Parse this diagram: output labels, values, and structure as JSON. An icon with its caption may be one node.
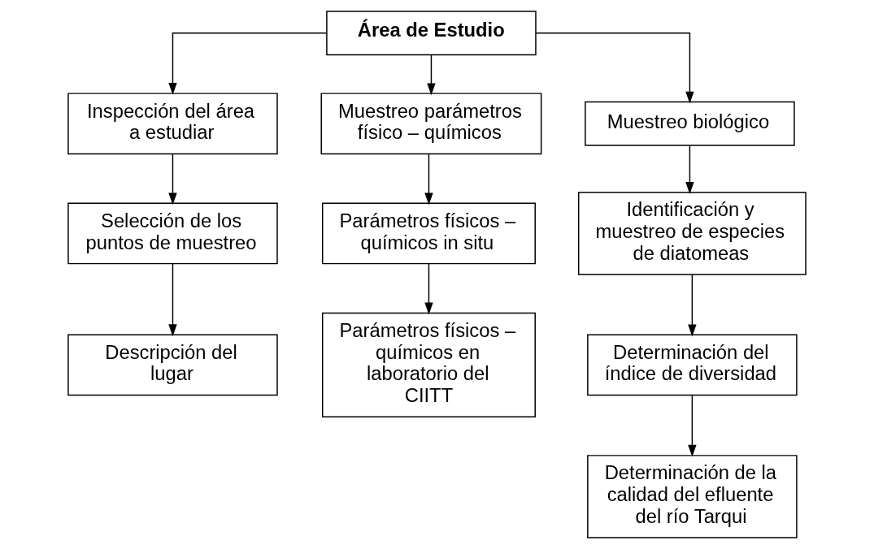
{
  "diagram": {
    "nodes": [
      {
        "text": [
          "Área de Estudio"
        ]
      },
      {
        "text": [
          "Inspección del área a estudiar"
        ]
      },
      {
        "text": [
          "Muestreo parámetros físico – químicos"
        ]
      },
      {
        "text": [
          "Muestreo biológico"
        ]
      },
      {
        "text": [
          "Selección de los puntos de muestreo"
        ]
      },
      {
        "text": [
          "Parámetros físicos – químicos in situ"
        ]
      },
      {
        "text": [
          "Identificación y muestreo de especies de diatomeas"
        ]
      },
      {
        "text": [
          "Descripción del lugar"
        ]
      },
      {
        "text": [
          "Parámetros físicos – químicos en laboratorio del CIITT"
        ]
      },
      {
        "text": [
          "Determinación del índice de diversidad"
        ]
      },
      {
        "text": [
          "Determinación de la calidad del efluente del río Tarqui"
        ]
      }
    ],
    "edges": [
      {
        "from": 0,
        "to": 1,
        "arrow": "to"
      },
      {
        "from": 0,
        "to": 2,
        "arrow": "to"
      },
      {
        "from": 0,
        "to": 3,
        "arrow": "to"
      },
      {
        "from": 1,
        "to": 4,
        "arrow": "to"
      },
      {
        "from": 4,
        "to": 7,
        "arrow": "to"
      },
      {
        "from": 2,
        "to": 5,
        "arrow": "to"
      },
      {
        "from": 5,
        "to": 8,
        "arrow": "to"
      },
      {
        "from": 3,
        "to": 6,
        "arrow": "to"
      },
      {
        "from": 6,
        "to": 9,
        "arrow": "to"
      },
      {
        "from": 9,
        "to": 10,
        "arrow": "to"
      }
    ]
  }
}
